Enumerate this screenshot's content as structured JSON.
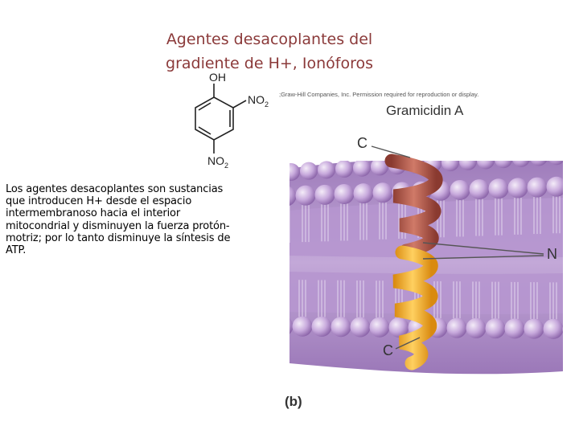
{
  "slide": {
    "title_lines": [
      "Agentes desacoplantes del",
      "gradiente de H+, Ionóforos"
    ],
    "body_text": "Los agentes desacoplantes son sustancias que introducen H+ desde el espacio intermembranoso hacia el interior mitocondrial y disminuyen la fuerza protón-motriz; por lo tanto disminuye la síntesis de ATP."
  },
  "molecule": {
    "oh_label": "OH",
    "no2_top": "NO",
    "no2_top_sub": "2",
    "no2_bottom": "NO",
    "no2_bottom_sub": "2"
  },
  "figure": {
    "copyright": ";Graw-Hill Companies, Inc. Permission required for reproduction or display.",
    "title": "Gramicidin A",
    "label_c_top": "C",
    "label_n": "N",
    "label_c_bottom": "C",
    "panel_label": "(b)",
    "colors": {
      "membrane": "#b89ad0",
      "head_light": "#e6d6f0",
      "head_dark": "#8f69b0",
      "helix_top": "#b2574a",
      "helix_bottom": "#f0a828"
    }
  }
}
